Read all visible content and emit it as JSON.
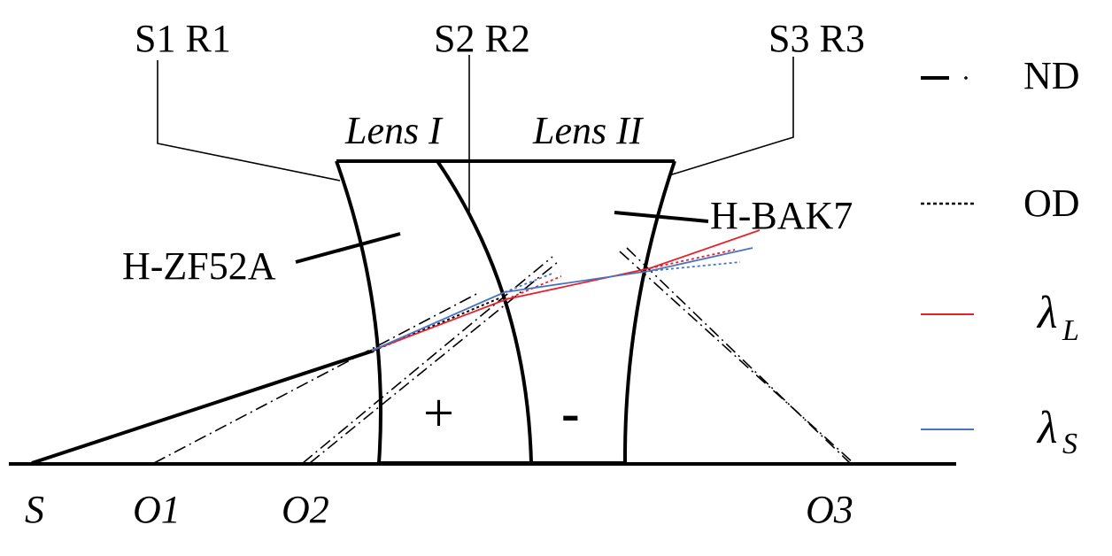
{
  "surfaces": {
    "s1": "S1 R1",
    "s2": "S2 R2",
    "s3": "S3 R3"
  },
  "lenses": {
    "lens1": "Lens I",
    "lens2": "Lens II",
    "lens1_sign": "+",
    "lens2_sign": "-"
  },
  "materials": {
    "lens1": "H-ZF52A",
    "lens2": "H-BAK7"
  },
  "points": {
    "s": "S",
    "o1": "O1",
    "o2": "O2",
    "o3": "O3"
  },
  "legend": {
    "nd": "ND",
    "od": "OD",
    "lambda_l": "λ",
    "lambda_l_sub": "L",
    "lambda_s": "λ",
    "lambda_s_sub": "S"
  },
  "colors": {
    "red": "#e8202a",
    "blue": "#4a72c4",
    "black": "#000000"
  }
}
